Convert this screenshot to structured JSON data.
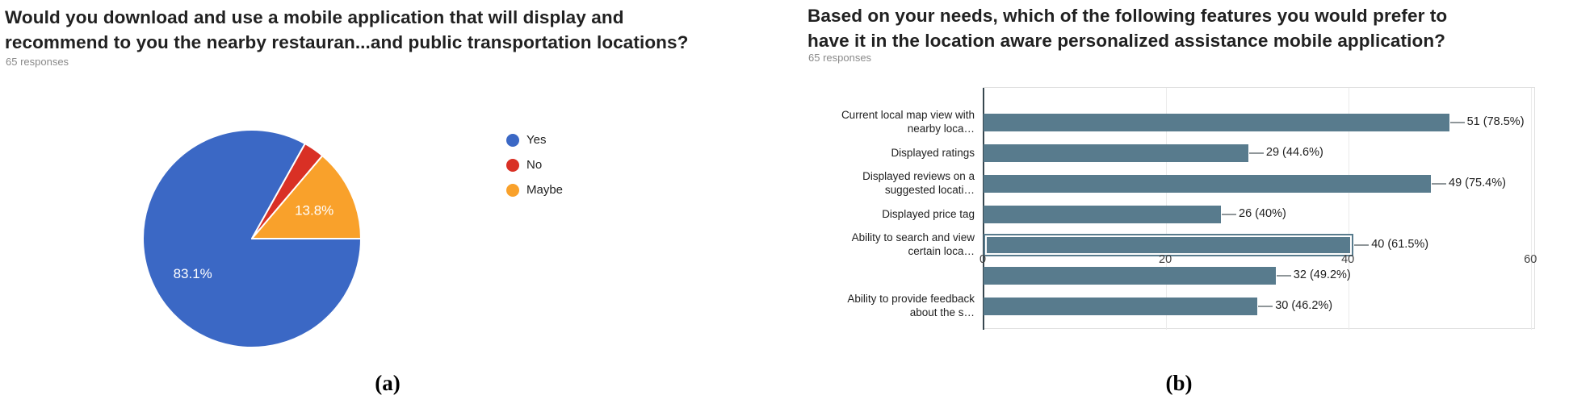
{
  "chart_data": [
    {
      "type": "pie",
      "title": "Would you download and use a mobile application that will display and recommend to you the nearby restauran...and public transportation locations?",
      "title_lines": [
        "Would you download and use a mobile application that will display and",
        "recommend to you the nearby restauran...and public transportation locations?"
      ],
      "subtitle": "65 responses",
      "labels": [
        "Yes",
        "No",
        "Maybe"
      ],
      "values_pct": [
        83.1,
        3.1,
        13.8
      ],
      "slice_labels": [
        "83.1%",
        "",
        "13.8%"
      ],
      "colors": [
        "#3b68c5",
        "#d93025",
        "#f9a12b"
      ],
      "legend_position": "right",
      "start_angle_deg": 0,
      "direction": "clockwise"
    },
    {
      "type": "bar",
      "orientation": "horizontal",
      "title": "Based on your needs, which of the following features you would prefer to have it in the location aware personalized assistance mobile application?",
      "title_lines": [
        "Based on your needs, which of the following features you would prefer to",
        "have it in the location aware personalized assistance mobile application?"
      ],
      "subtitle": "65 responses",
      "categories": [
        [
          "Current local map view with",
          "nearby loca…"
        ],
        [
          "Displayed ratings"
        ],
        [
          "Displayed reviews on a",
          "suggested locati…"
        ],
        [
          "Displayed price tag"
        ],
        [
          "Ability to search and view",
          "certain loca…"
        ],
        [],
        [
          "Ability to provide feedback",
          "about the s…"
        ]
      ],
      "values": [
        51,
        29,
        49,
        26,
        40,
        32,
        30
      ],
      "value_labels": [
        "51 (78.5%)",
        "29 (44.6%)",
        "49 (75.4%)",
        "26 (40%)",
        "40 (61.5%)",
        "32 (49.2%)",
        "30 (46.2%)"
      ],
      "highlighted_index": 4,
      "bar_color": "#587b8d",
      "xlim": [
        0,
        60.5
      ],
      "x_ticks": [
        0,
        20,
        40,
        60
      ],
      "grid": true,
      "legend_position": "none"
    }
  ],
  "captions": {
    "a": "(a)",
    "b": "(b)"
  }
}
